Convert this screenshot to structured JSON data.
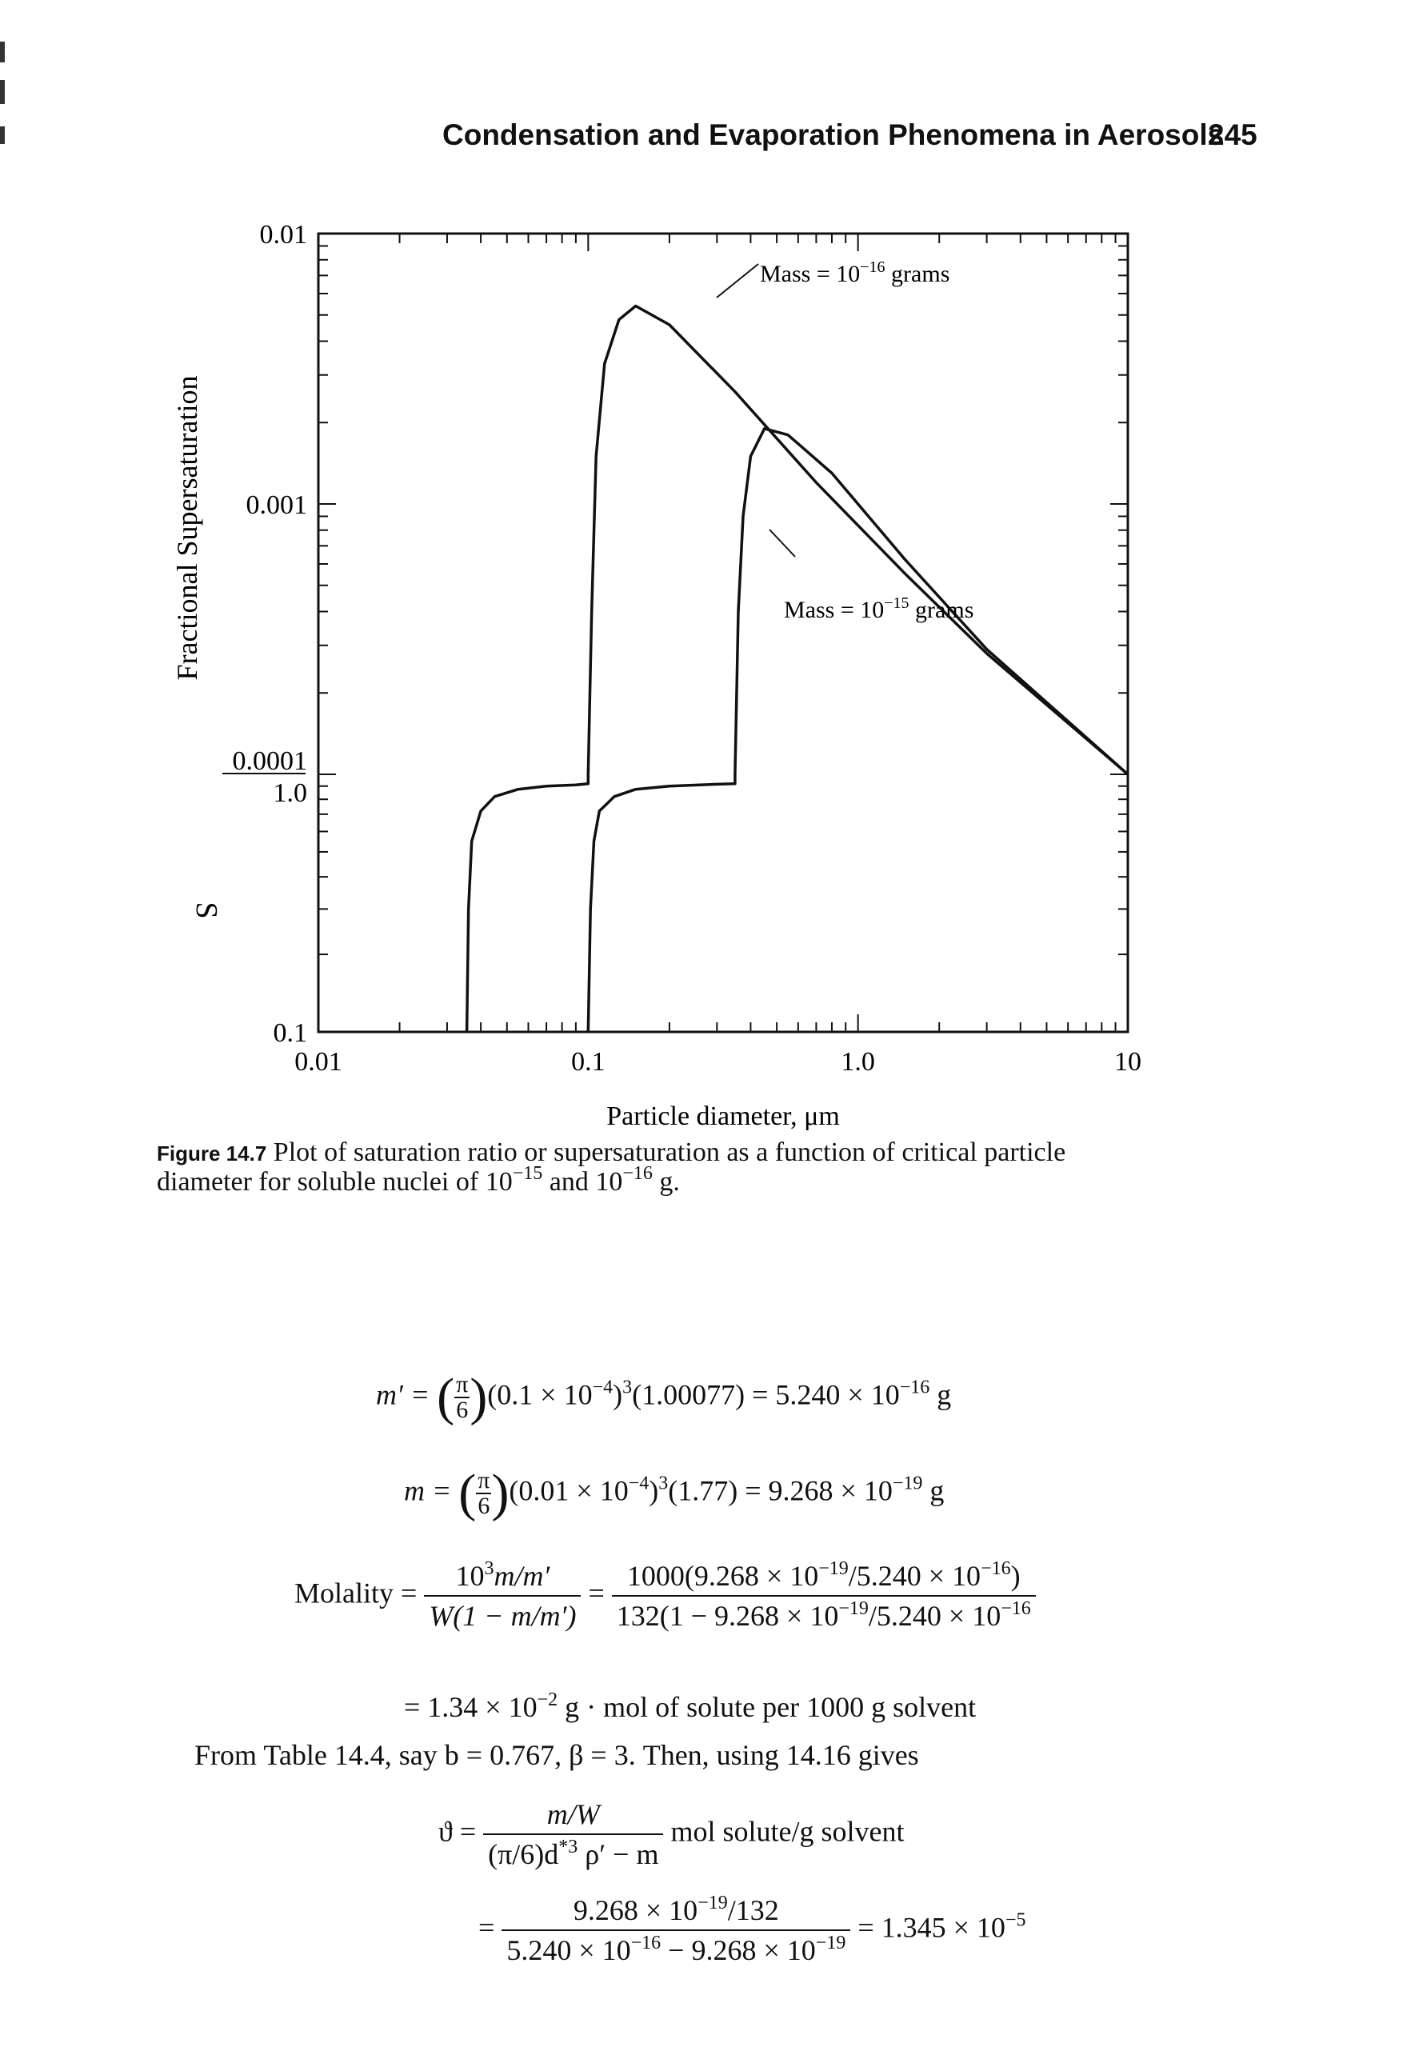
{
  "header": {
    "running_head": "Condensation and Evaporation Phenomena in Aerosols",
    "page_number": "245"
  },
  "figure": {
    "caption_label": "Figure 14.7",
    "caption_text_1": "Plot of saturation ratio or supersaturation as a function of critical particle diameter for soluble nuclei of 10",
    "caption_exp_1": "−15",
    "caption_text_2": " and 10",
    "caption_exp_2": "−16",
    "caption_text_3": " g."
  },
  "chart_data": {
    "type": "line",
    "title": "",
    "xlabel": "Particle diameter, μm",
    "xscale": "log",
    "xlim": [
      0.01,
      10
    ],
    "x_ticks": [
      "0.01",
      "0.1",
      "1.0",
      "10"
    ],
    "upper_panel": {
      "ylabel": "Fractional Supersaturation",
      "yscale": "log",
      "ylim": [
        0.0001,
        0.01
      ],
      "y_ticks": [
        "0.01",
        "0.001",
        "0.0001"
      ]
    },
    "lower_panel": {
      "ylabel": "S",
      "ylim": [
        0.1,
        1.0
      ],
      "y_ticks": [
        "1.0",
        "0.1"
      ]
    },
    "series": [
      {
        "name": "Mass = 10⁻¹⁶ grams",
        "lower_points": [
          [
            0.0355,
            0.1
          ],
          [
            0.036,
            0.3
          ],
          [
            0.037,
            0.55
          ],
          [
            0.04,
            0.72
          ],
          [
            0.045,
            0.82
          ],
          [
            0.055,
            0.875
          ],
          [
            0.07,
            0.9
          ],
          [
            0.09,
            0.91
          ],
          [
            0.1,
            0.92
          ]
        ],
        "upper_points": [
          [
            0.1,
            0.0001
          ],
          [
            0.103,
            0.0004
          ],
          [
            0.107,
            0.0015
          ],
          [
            0.115,
            0.0033
          ],
          [
            0.13,
            0.0048
          ],
          [
            0.15,
            0.0054
          ],
          [
            0.2,
            0.0046
          ],
          [
            0.35,
            0.0026
          ],
          [
            0.7,
            0.0012
          ],
          [
            1.5,
            0.00055
          ],
          [
            3.0,
            0.00028
          ],
          [
            10,
            0.0001
          ]
        ]
      },
      {
        "name": "Mass = 10⁻¹⁵ grams",
        "lower_points": [
          [
            0.1,
            0.1
          ],
          [
            0.102,
            0.3
          ],
          [
            0.105,
            0.55
          ],
          [
            0.11,
            0.72
          ],
          [
            0.125,
            0.82
          ],
          [
            0.15,
            0.875
          ],
          [
            0.2,
            0.9
          ],
          [
            0.3,
            0.915
          ],
          [
            0.35,
            0.92
          ]
        ],
        "upper_points": [
          [
            0.35,
            0.0001
          ],
          [
            0.36,
            0.0004
          ],
          [
            0.375,
            0.0009
          ],
          [
            0.4,
            0.0015
          ],
          [
            0.45,
            0.0019
          ],
          [
            0.55,
            0.0018
          ],
          [
            0.8,
            0.0013
          ],
          [
            1.5,
            0.00062
          ],
          [
            3.0,
            0.00029
          ],
          [
            10,
            0.0001
          ]
        ]
      }
    ],
    "annotations": [
      {
        "base": "Mass = 10",
        "exp": "−16",
        "unit": "grams"
      },
      {
        "base": "Mass = 10",
        "exp": "−15",
        "unit": "grams"
      }
    ]
  },
  "equations": {
    "m_prime": {
      "lhs": "m′ =",
      "rhs": "(0.1 × 10",
      "e1": "−4",
      "mid": ")",
      "e2": "3",
      "tail": "(1.00077) = 5.240 × 10",
      "e3": "−16",
      "unit": " g"
    },
    "m": {
      "lhs": "m =",
      "rhs": "(0.01 × 10",
      "e1": "−4",
      "mid": ")",
      "e2": "3",
      "tail": "(1.77) = 9.268 × 10",
      "e3": "−19",
      "unit": " g"
    },
    "molality": {
      "label": "Molality =",
      "f1_num_a": "10",
      "f1_num_exp": "3",
      "f1_num_b": "m/m′",
      "f1_den": "W(1 − m/m′)",
      "f2_num_a": "1000(9.268 × 10",
      "f2_num_e1": "−19",
      "f2_num_b": "/5.240 × 10",
      "f2_num_e2": "−16",
      "f2_num_c": ")",
      "f2_den_a": "132(1 − 9.268 × 10",
      "f2_den_e1": "−19",
      "f2_den_b": "/5.240 × 10",
      "f2_den_e2": "−16",
      "result_a": "= 1.34 × 10",
      "result_exp": "−2",
      "result_b": " g · mol of solute per 1000 g solvent"
    },
    "from_table": "From Table 14.4, say b = 0.767, β = 3. Then, using 14.16 gives",
    "theta": {
      "lhs": "ϑ =",
      "num": "m/W",
      "den_a": "(π/6)d",
      "den_exp": "*3",
      "den_b": " ρ′ − m",
      "units": "mol solute/g solvent",
      "n2_a": "9.268 × 10",
      "n2_exp": "−19",
      "n2_b": "/132",
      "d2_a": "5.240 × 10",
      "d2_e1": "−16",
      "d2_b": " − 9.268 × 10",
      "d2_e2": "−19",
      "result_a": "= 1.345 × 10",
      "result_exp": "−5"
    }
  }
}
